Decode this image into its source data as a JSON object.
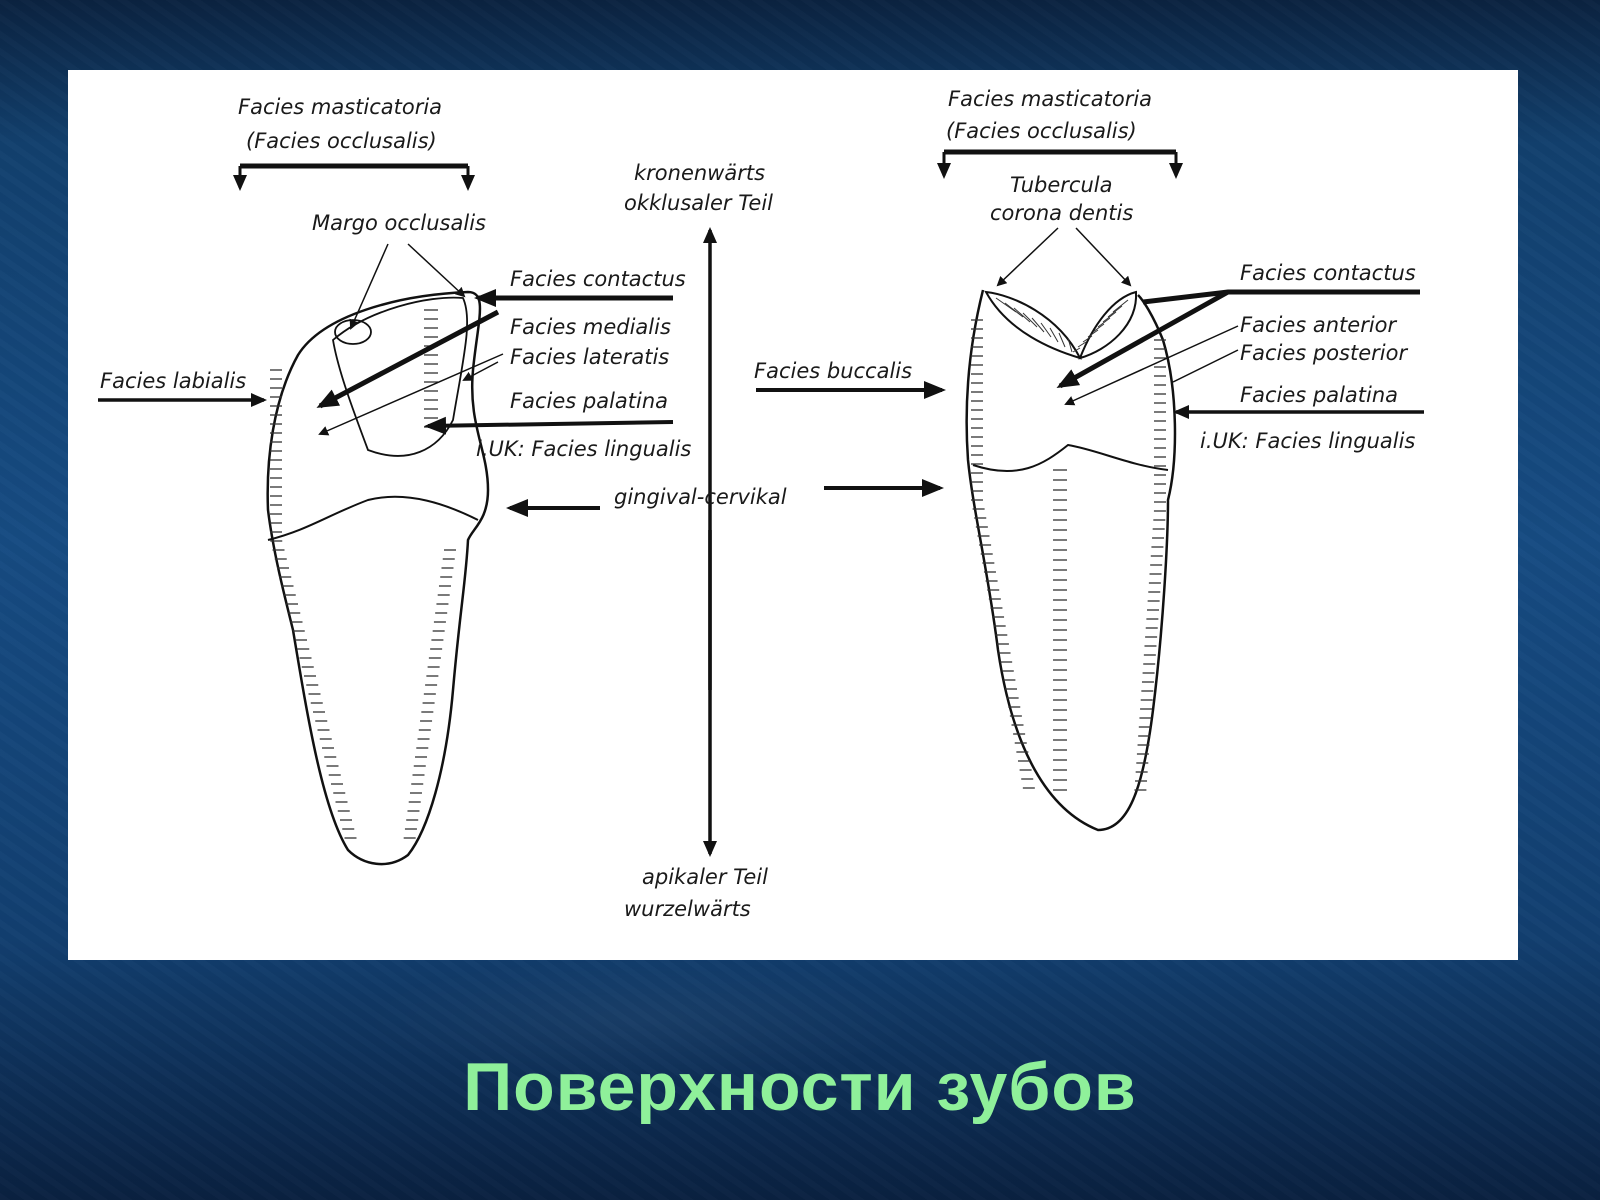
{
  "slide": {
    "title": "Поверхности зубов",
    "title_color": "#8ff09a",
    "background_color": "#164b82"
  },
  "diagram": {
    "labels": {
      "left_masticatoria": "Facies masticatoria",
      "left_occlusalis": "(Facies occlusalis)",
      "margo_occlusalis": "Margo occlusalis",
      "left_contactus": "Facies contactus",
      "medialis": "Facies medialis",
      "lateralis": "Facies lateratis",
      "labialis": "Facies labialis",
      "left_palatina": "Facies palatina",
      "left_lingualis": "i.UK: Facies lingualis",
      "kronenwarts": "kronenwärts",
      "okklusaler": "okklusaler Teil",
      "gingival": "gingival-cervikal",
      "apikaler": "apikaler Teil",
      "wurzelwarts": "wurzelwärts",
      "right_masticatoria": "Facies masticatoria",
      "right_occlusalis": "(Facies occlusalis)",
      "tubercula": "Tubercula",
      "corona_dentis": "corona dentis",
      "right_contactus": "Facies contactus",
      "anterior": "Facies anterior",
      "posterior": "Facies posterior",
      "buccalis": "Facies buccalis",
      "right_palatina": "Facies palatina",
      "right_lingualis": "i.UK: Facies lingualis"
    }
  }
}
